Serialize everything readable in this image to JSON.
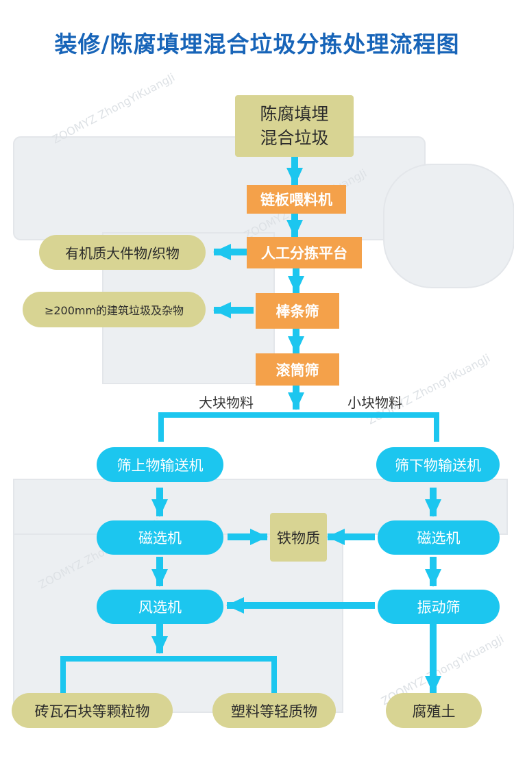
{
  "title": "装修/陈腐填埋混合垃圾分拣处理流程图",
  "watermark": "ZOOMYZ ZhongYiKuangJi",
  "colors": {
    "title": "#1764b8",
    "arrow": "#1cc6ef",
    "process_orange": "#f4a14a",
    "process_cyan": "#1cc6ef",
    "material_olive": "#d8d493"
  },
  "nodes": {
    "source": {
      "line1": "陈腐填埋",
      "line2": "混合垃圾"
    },
    "chain_feeder": "链板喂料机",
    "manual_sorting": "人工分拣平台",
    "organic_bulk": "有机质大件物/织物",
    "bar_screen": "棒条筛",
    "construction_waste": "≥200mm的建筑垃圾及杂物",
    "trommel": "滚筒筛",
    "over_conveyor": "筛上物输送机",
    "under_conveyor": "筛下物输送机",
    "magnet_left": "磁选机",
    "magnet_right": "磁选机",
    "ferrous": "铁物质",
    "air_separator": "风选机",
    "vibrating_screen": "振动筛",
    "bricks": "砖瓦石块等颗粒物",
    "plastics": "塑料等轻质物",
    "humus": "腐殖土"
  },
  "edge_labels": {
    "large": "大块物料",
    "small": "小块物料"
  }
}
